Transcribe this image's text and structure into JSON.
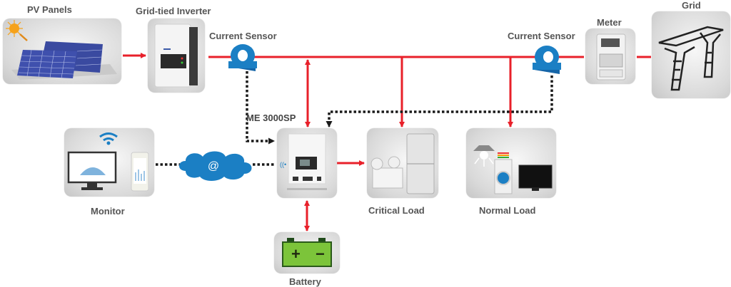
{
  "nodes": {
    "pv_panels": {
      "label": "PV Panels"
    },
    "grid_tied_inverter": {
      "label": "Grid-tied Inverter"
    },
    "current_sensor_left": {
      "label": "Current Sensor"
    },
    "current_sensor_right": {
      "label": "Current Sensor"
    },
    "meter": {
      "label": "Meter"
    },
    "grid": {
      "label": "Grid"
    },
    "me3000sp": {
      "label": "ME 3000SP"
    },
    "monitor": {
      "label": "Monitor"
    },
    "cloud": {
      "label": "@"
    },
    "critical_load": {
      "label": "Critical Load"
    },
    "normal_load": {
      "label": "Normal Load"
    },
    "battery": {
      "label": "Battery",
      "plus": "+",
      "minus": "−"
    }
  },
  "colors": {
    "power_line": "#e8202a",
    "signal_line": "#1a1a1a",
    "sensor": "#1b7fc4",
    "label_text": "#555555",
    "battery_green": "#7cc43a"
  },
  "connections": [
    {
      "from": "pv_panels",
      "to": "grid_tied_inverter",
      "type": "power"
    },
    {
      "from": "grid_tied_inverter",
      "to": "grid",
      "type": "power",
      "via": [
        "current_sensor_left",
        "current_sensor_right",
        "meter"
      ]
    },
    {
      "from": "bus",
      "to": "me3000sp",
      "type": "power",
      "direction": "bidirectional"
    },
    {
      "from": "bus",
      "to": "critical_load",
      "type": "power"
    },
    {
      "from": "bus",
      "to": "normal_load",
      "type": "power"
    },
    {
      "from": "me3000sp",
      "to": "critical_load",
      "type": "power"
    },
    {
      "from": "me3000sp",
      "to": "battery",
      "type": "power",
      "direction": "bidirectional"
    },
    {
      "from": "current_sensor_left",
      "to": "me3000sp",
      "type": "signal"
    },
    {
      "from": "current_sensor_right",
      "to": "me3000sp",
      "type": "signal"
    },
    {
      "from": "monitor",
      "to": "me3000sp",
      "type": "wireless",
      "via": [
        "cloud"
      ]
    }
  ]
}
